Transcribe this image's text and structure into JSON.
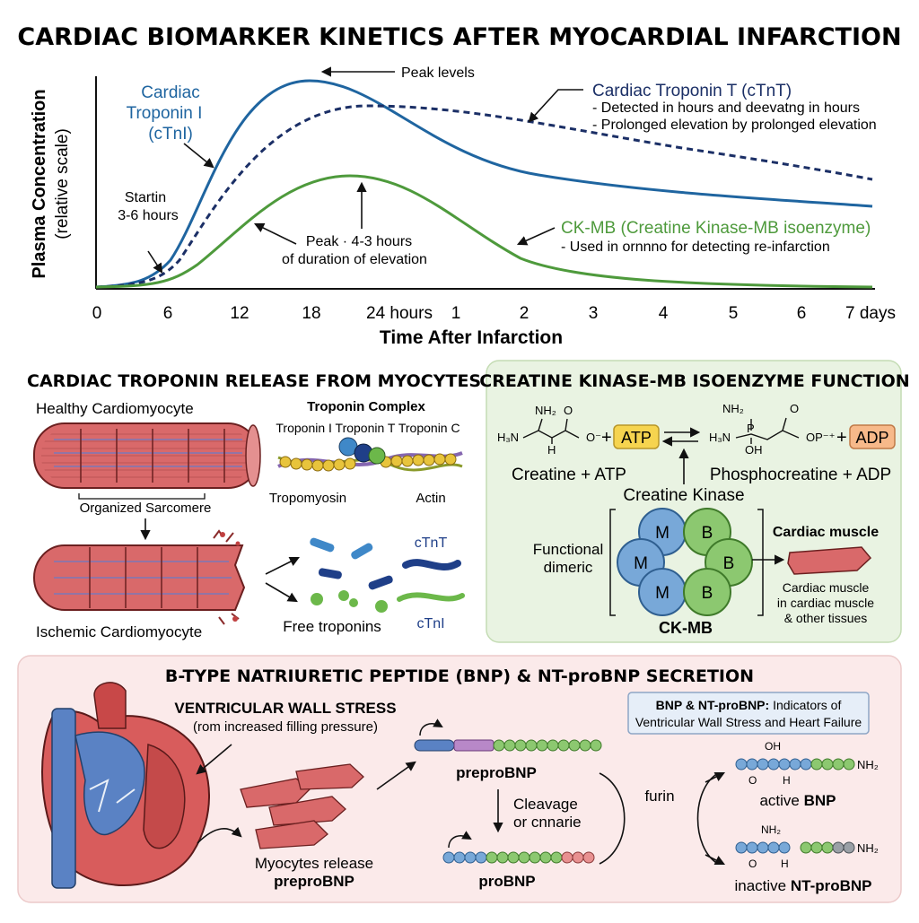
{
  "title": "CARDIAC BIOMARKER KINETICS AFTER MYOCARDIAL INFARCTION",
  "kinetics": {
    "ylabel_main": "Plasma Concentration",
    "ylabel_sub": "(relative scale)",
    "xlabel": "Time After Infarction",
    "x_ticks": [
      "0",
      "6",
      "12",
      "18",
      "24 hours",
      "1",
      "2",
      "3",
      "4",
      "5",
      "6",
      "7 days"
    ],
    "peak_levels": "Peak levels",
    "ctni_label": [
      "Cardiac",
      "Troponin I",
      "(cTnI)"
    ],
    "start_label": [
      "Startin",
      "3-6 hours"
    ],
    "ctnt_title": "Cardiac Troponin T (cTnT)",
    "ctnt_notes": [
      "- Detected in hours and deevatng in hours",
      "- Prolonged elevation by prolonged elevation"
    ],
    "ckmb_title": "CK-MB (Creatine Kinase-MB isoenzyme)",
    "ckmb_note": "- Used in ornnno for detecting re-infarction",
    "peak_duration": [
      "Peak · 4-3 hours",
      "of duration of elevation"
    ],
    "colors": {
      "ctni": "#1f65a0",
      "ctnt": "#1b2f66",
      "ckmb": "#4e9a3c"
    }
  },
  "troponin": {
    "title": "CARDIAC TROPONIN RELEASE FROM MYOCYTES",
    "healthy": "Healthy Cardiomyocyte",
    "sarcomere": "Organized Sarcomere",
    "ischemic": "Ischemic Cardiomyocyte",
    "complex_title": "Troponin Complex",
    "complex_labels": "Troponin I Troponin T Troponin C",
    "tropomyosin": "Tropomyosin",
    "actin": "Actin",
    "free": "Free troponins",
    "ctnt": "cTnT",
    "ctni": "cTnI"
  },
  "ckmb": {
    "title": "CREATINE KINASE-MB ISOENZYME FUNCTION",
    "creatine_atp": "Creatine + ATP",
    "phospho_adp": "Phosphocreatine + ADP",
    "atp": "ATP",
    "adp": "ADP",
    "enzyme": "Creatine Kinase",
    "functional": [
      "Functional",
      "dimeric"
    ],
    "subunits": [
      "M",
      "M",
      "M",
      "B",
      "B",
      "B"
    ],
    "ckmb_label": "CK-MB",
    "cardiac_muscle": "Cardiac muscle",
    "tissue_note": [
      "Cardiac muscle",
      "in cardiac muscle",
      "& other tissues"
    ],
    "chem_left": [
      "NH₂",
      "H₃N",
      "O",
      "O⁻",
      "H"
    ],
    "chem_right": [
      "NH₂",
      "H₃N",
      "P",
      "OH",
      "O",
      "OP⁻⁺"
    ]
  },
  "bnp": {
    "title": "B-TYPE NATRIURETIC PEPTIDE (BNP) & NT-proBNP SECRETION",
    "stress": "VENTRICULAR WALL STRESS",
    "stress_sub": "(rom increased filling pressure)",
    "indicator_bold": "BNP & NT-proBNP:",
    "indicator_rest": " Indicators of",
    "indicator_line2": "Ventricular Wall Stress and Heart Failure",
    "myocytes": "Myocytes release",
    "preprobnp_bold": "preproBNP",
    "preprobnp": "preproBNP",
    "cleavage": [
      "Cleavage",
      "or cnnarie"
    ],
    "probnp": "proBNP",
    "furin": "furin",
    "active": "active",
    "active_bnp": "BNP",
    "inactive": "inactive",
    "inactive_nt": "NT-proBNP",
    "chem": [
      "OH",
      "O",
      "H",
      "NH₂",
      "NH₂",
      "O",
      "H",
      "NH₂"
    ]
  }
}
